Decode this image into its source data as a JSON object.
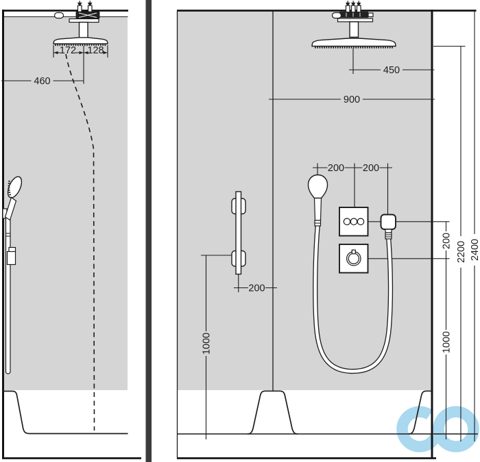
{
  "colors": {
    "wall_gray": "#d5d5d5",
    "line": "#1c1c1c",
    "divider": "#3c3c3c",
    "watermark_blue": "#a9d8ef"
  },
  "left_view": {
    "dims": {
      "head_front": "172",
      "head_rear": "128",
      "spray_offset": "460"
    }
  },
  "right_view": {
    "dims": {
      "head_to_corner": "450",
      "centerline_to_corner": "900",
      "handshower_to_select": "200",
      "select_to_outlet": "200",
      "bar_to_centerline": "200",
      "bar_height": "1000",
      "outlet_to_thermostat_gap": "200",
      "thermostat_height": "1000",
      "showerhead_height": "2200",
      "ceiling_height": "2400"
    }
  }
}
